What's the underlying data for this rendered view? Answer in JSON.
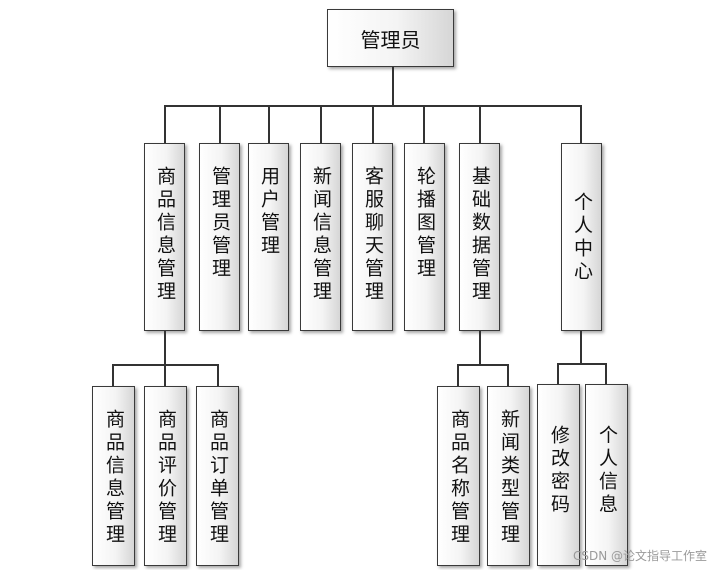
{
  "root": "管理员",
  "level1": [
    "商品信息管理",
    "管理员管理",
    "用户管理",
    "新闻信息管理",
    "客服聊天管理",
    "轮播图管理",
    "基础数据管理",
    "个人中心"
  ],
  "level2": {
    "goods": [
      "商品信息管理",
      "商品评价管理",
      "商品订单管理"
    ],
    "basic": [
      "商品名称管理",
      "新闻类型管理"
    ],
    "personal": [
      "修改密码",
      "个人信息"
    ]
  },
  "watermark": "CSDN @论文指导工作室"
}
